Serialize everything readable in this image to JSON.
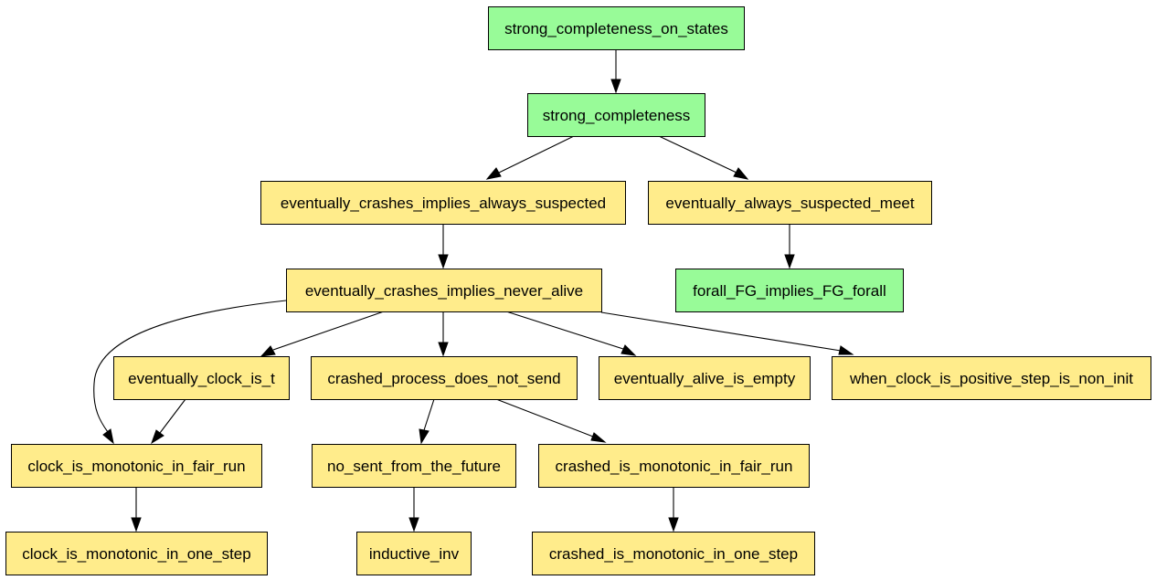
{
  "colors": {
    "verified": "#98fb98",
    "unverified": "#ffec8b",
    "border": "#000000",
    "edge": "#000000"
  },
  "graph": {
    "nodes": [
      {
        "id": "n1",
        "label": "strong_completeness_on_states",
        "status": "verified"
      },
      {
        "id": "n2",
        "label": "strong_completeness",
        "status": "verified"
      },
      {
        "id": "n3",
        "label": "eventually_crashes_implies_always_suspected",
        "status": "unverified"
      },
      {
        "id": "n4",
        "label": "eventually_always_suspected_meet",
        "status": "unverified"
      },
      {
        "id": "n5",
        "label": "eventually_crashes_implies_never_alive",
        "status": "unverified"
      },
      {
        "id": "n6",
        "label": "forall_FG_implies_FG_forall",
        "status": "verified"
      },
      {
        "id": "n7",
        "label": "eventually_clock_is_t",
        "status": "unverified"
      },
      {
        "id": "n8",
        "label": "crashed_process_does_not_send",
        "status": "unverified"
      },
      {
        "id": "n9",
        "label": "eventually_alive_is_empty",
        "status": "unverified"
      },
      {
        "id": "n10",
        "label": "when_clock_is_positive_step_is_non_init",
        "status": "unverified"
      },
      {
        "id": "n11",
        "label": "clock_is_monotonic_in_fair_run",
        "status": "unverified"
      },
      {
        "id": "n12",
        "label": "no_sent_from_the_future",
        "status": "unverified"
      },
      {
        "id": "n13",
        "label": "crashed_is_monotonic_in_fair_run",
        "status": "unverified"
      },
      {
        "id": "n14",
        "label": "clock_is_monotonic_in_one_step",
        "status": "unverified"
      },
      {
        "id": "n15",
        "label": "inductive_inv",
        "status": "unverified"
      },
      {
        "id": "n16",
        "label": "crashed_is_monotonic_in_one_step",
        "status": "unverified"
      }
    ],
    "edges": [
      {
        "from": "n1",
        "to": "n2"
      },
      {
        "from": "n2",
        "to": "n3"
      },
      {
        "from": "n2",
        "to": "n4"
      },
      {
        "from": "n3",
        "to": "n5"
      },
      {
        "from": "n4",
        "to": "n6"
      },
      {
        "from": "n5",
        "to": "n11"
      },
      {
        "from": "n5",
        "to": "n7"
      },
      {
        "from": "n5",
        "to": "n8"
      },
      {
        "from": "n5",
        "to": "n9"
      },
      {
        "from": "n5",
        "to": "n10"
      },
      {
        "from": "n7",
        "to": "n11"
      },
      {
        "from": "n8",
        "to": "n12"
      },
      {
        "from": "n8",
        "to": "n13"
      },
      {
        "from": "n11",
        "to": "n14"
      },
      {
        "from": "n12",
        "to": "n15"
      },
      {
        "from": "n13",
        "to": "n16"
      }
    ]
  }
}
